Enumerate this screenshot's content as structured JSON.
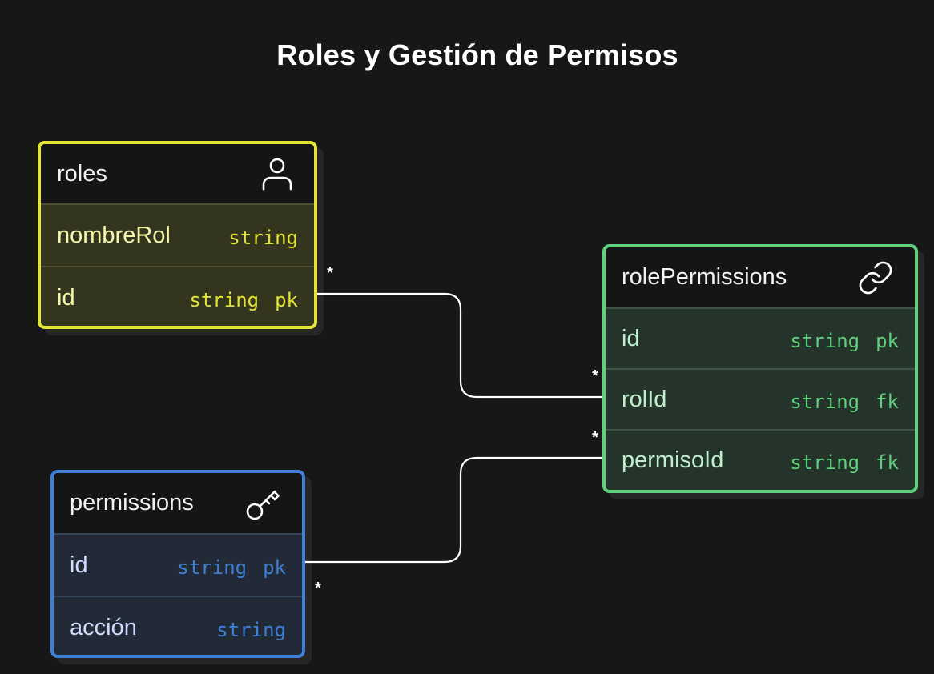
{
  "diagram": {
    "title": "Roles y Gestión de Permisos",
    "entities": {
      "roles": {
        "name": "roles",
        "icon": "user-icon",
        "color": "#e4e434",
        "fields": [
          {
            "name": "nombreRol",
            "type": "string",
            "key": ""
          },
          {
            "name": "id",
            "type": "string",
            "key": "pk"
          }
        ]
      },
      "rolePermissions": {
        "name": "rolePermissions",
        "icon": "link-icon",
        "color": "#5fd07c",
        "fields": [
          {
            "name": "id",
            "type": "string",
            "key": "pk"
          },
          {
            "name": "rolId",
            "type": "string",
            "key": "fk"
          },
          {
            "name": "permisoId",
            "type": "string",
            "key": "fk"
          }
        ]
      },
      "permissions": {
        "name": "permissions",
        "icon": "key-icon",
        "color": "#3e7fd8",
        "fields": [
          {
            "name": "id",
            "type": "string",
            "key": "pk"
          },
          {
            "name": "acción",
            "type": "string",
            "key": ""
          }
        ]
      }
    },
    "relations": [
      {
        "from": "roles.id",
        "to": "rolePermissions.rolId",
        "from_card": "*",
        "to_card": "*"
      },
      {
        "from": "permissions.id",
        "to": "rolePermissions.permisoId",
        "from_card": "*",
        "to_card": "*"
      }
    ]
  }
}
